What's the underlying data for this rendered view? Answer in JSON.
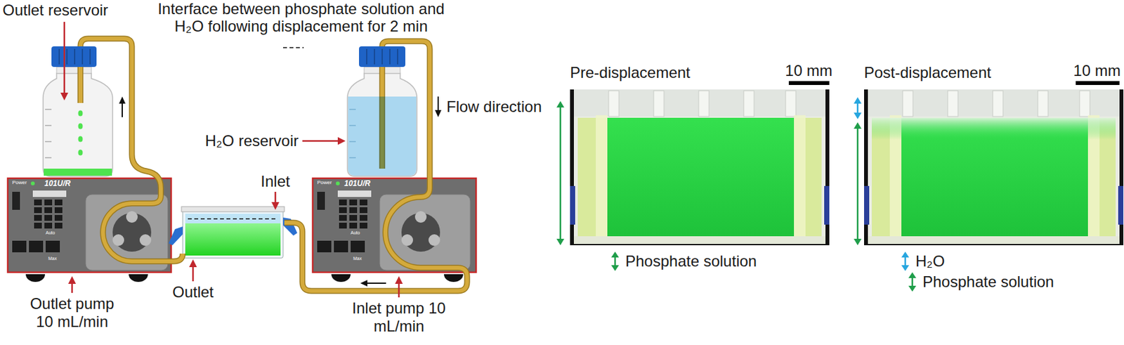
{
  "diagram": {
    "nodes": [
      {
        "text": [
          "Power",
          "101U/R",
          "Auto",
          "Max"
        ]
      },
      {
        "text": [
          "Power",
          "101U/R",
          "Auto",
          "Max"
        ]
      },
      {
        "text": [
          "Pre-displacement"
        ]
      },
      {
        "text": [
          "Post-displacement"
        ]
      }
    ],
    "labels": [
      "Outlet reservoir",
      "Interface between phosphate solution and H₂O following displacement for 2 min",
      "Flow direction",
      "H₂O reservoir",
      "Inlet",
      "Outlet",
      "Outlet pump 10 mL/min",
      "Inlet pump 10 mL/min",
      "10 mm",
      "10 mm"
    ],
    "legend": [
      {
        "text": "Phosphate solution"
      },
      {
        "text": "H₂O"
      },
      {
        "text": "Phosphate solution"
      }
    ]
  }
}
